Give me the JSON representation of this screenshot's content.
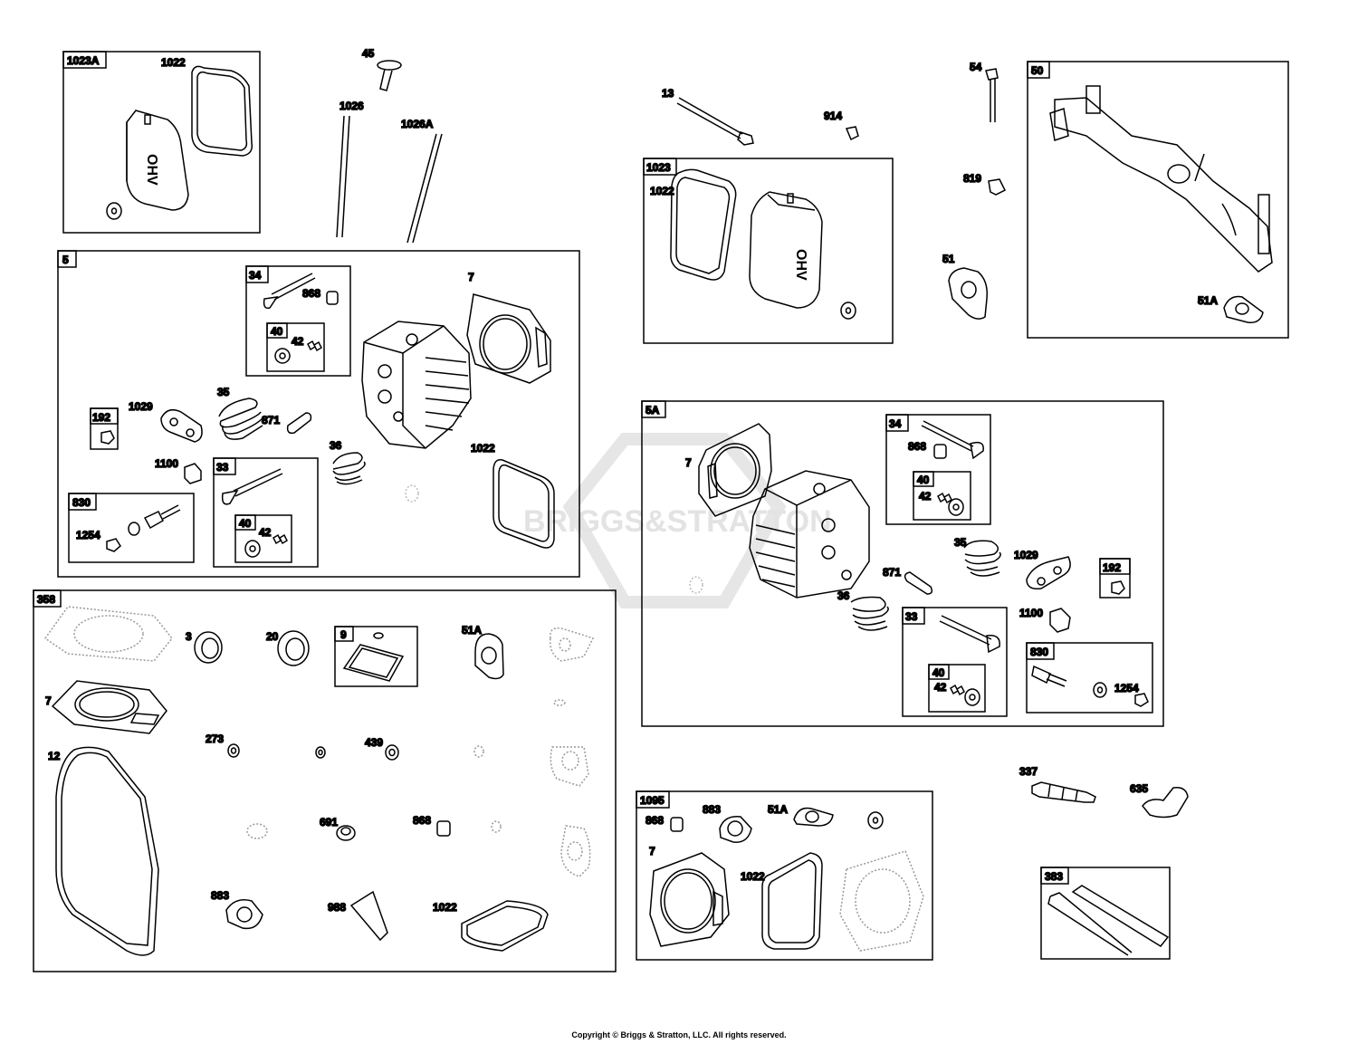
{
  "watermark": "BRIGGS&STRATTON",
  "copyright": "Copyright © Briggs & Stratton, LLC. All rights reserved.",
  "boxes": {
    "b1023A": "1023A",
    "b5": "5",
    "b34a": "34",
    "b40a": "40",
    "b192a": "192",
    "b33a": "33",
    "b40b": "40",
    "b830a": "830",
    "b358": "358",
    "b9": "9",
    "b1023": "1023",
    "b50": "50",
    "b5A": "5A",
    "b34b": "34",
    "b40c": "40",
    "b192b": "192",
    "b33b": "33",
    "b40d": "40",
    "b830b": "830",
    "b1095": "1095",
    "b383": "383"
  },
  "labels": {
    "l1022_a": "1022",
    "l45": "45",
    "l1026": "1026",
    "l1026A": "1026A",
    "l868_a": "868",
    "l42_a": "42",
    "l7_a": "7",
    "l1029_a": "1029",
    "l35_a": "35",
    "l871_a": "871",
    "l36_a": "36",
    "l1022_b": "1022",
    "l1100_a": "1100",
    "l42_b": "42",
    "l1254_a": "1254",
    "l3": "3",
    "l20": "20",
    "l51A_a": "51A",
    "l7_b": "7",
    "l273": "273",
    "l439": "439",
    "l12": "12",
    "l691": "691",
    "l868_b": "868",
    "l883_a": "883",
    "l988": "988",
    "l1022_c": "1022",
    "l13": "13",
    "l914": "914",
    "l1022_d": "1022",
    "l54": "54",
    "l819": "819",
    "l51": "51",
    "l51A_b": "51A",
    "l7_c": "7",
    "l868_c": "868",
    "l42_c": "42",
    "l35_b": "35",
    "l1029_b": "1029",
    "l871_b": "871",
    "l36_b": "36",
    "l1100_b": "1100",
    "l42_d": "42",
    "l1254_b": "1254",
    "l337": "337",
    "l635": "635",
    "l868_d": "868",
    "l883_b": "883",
    "l51A_c": "51A",
    "l7_d": "7",
    "l1022_e": "1022"
  }
}
